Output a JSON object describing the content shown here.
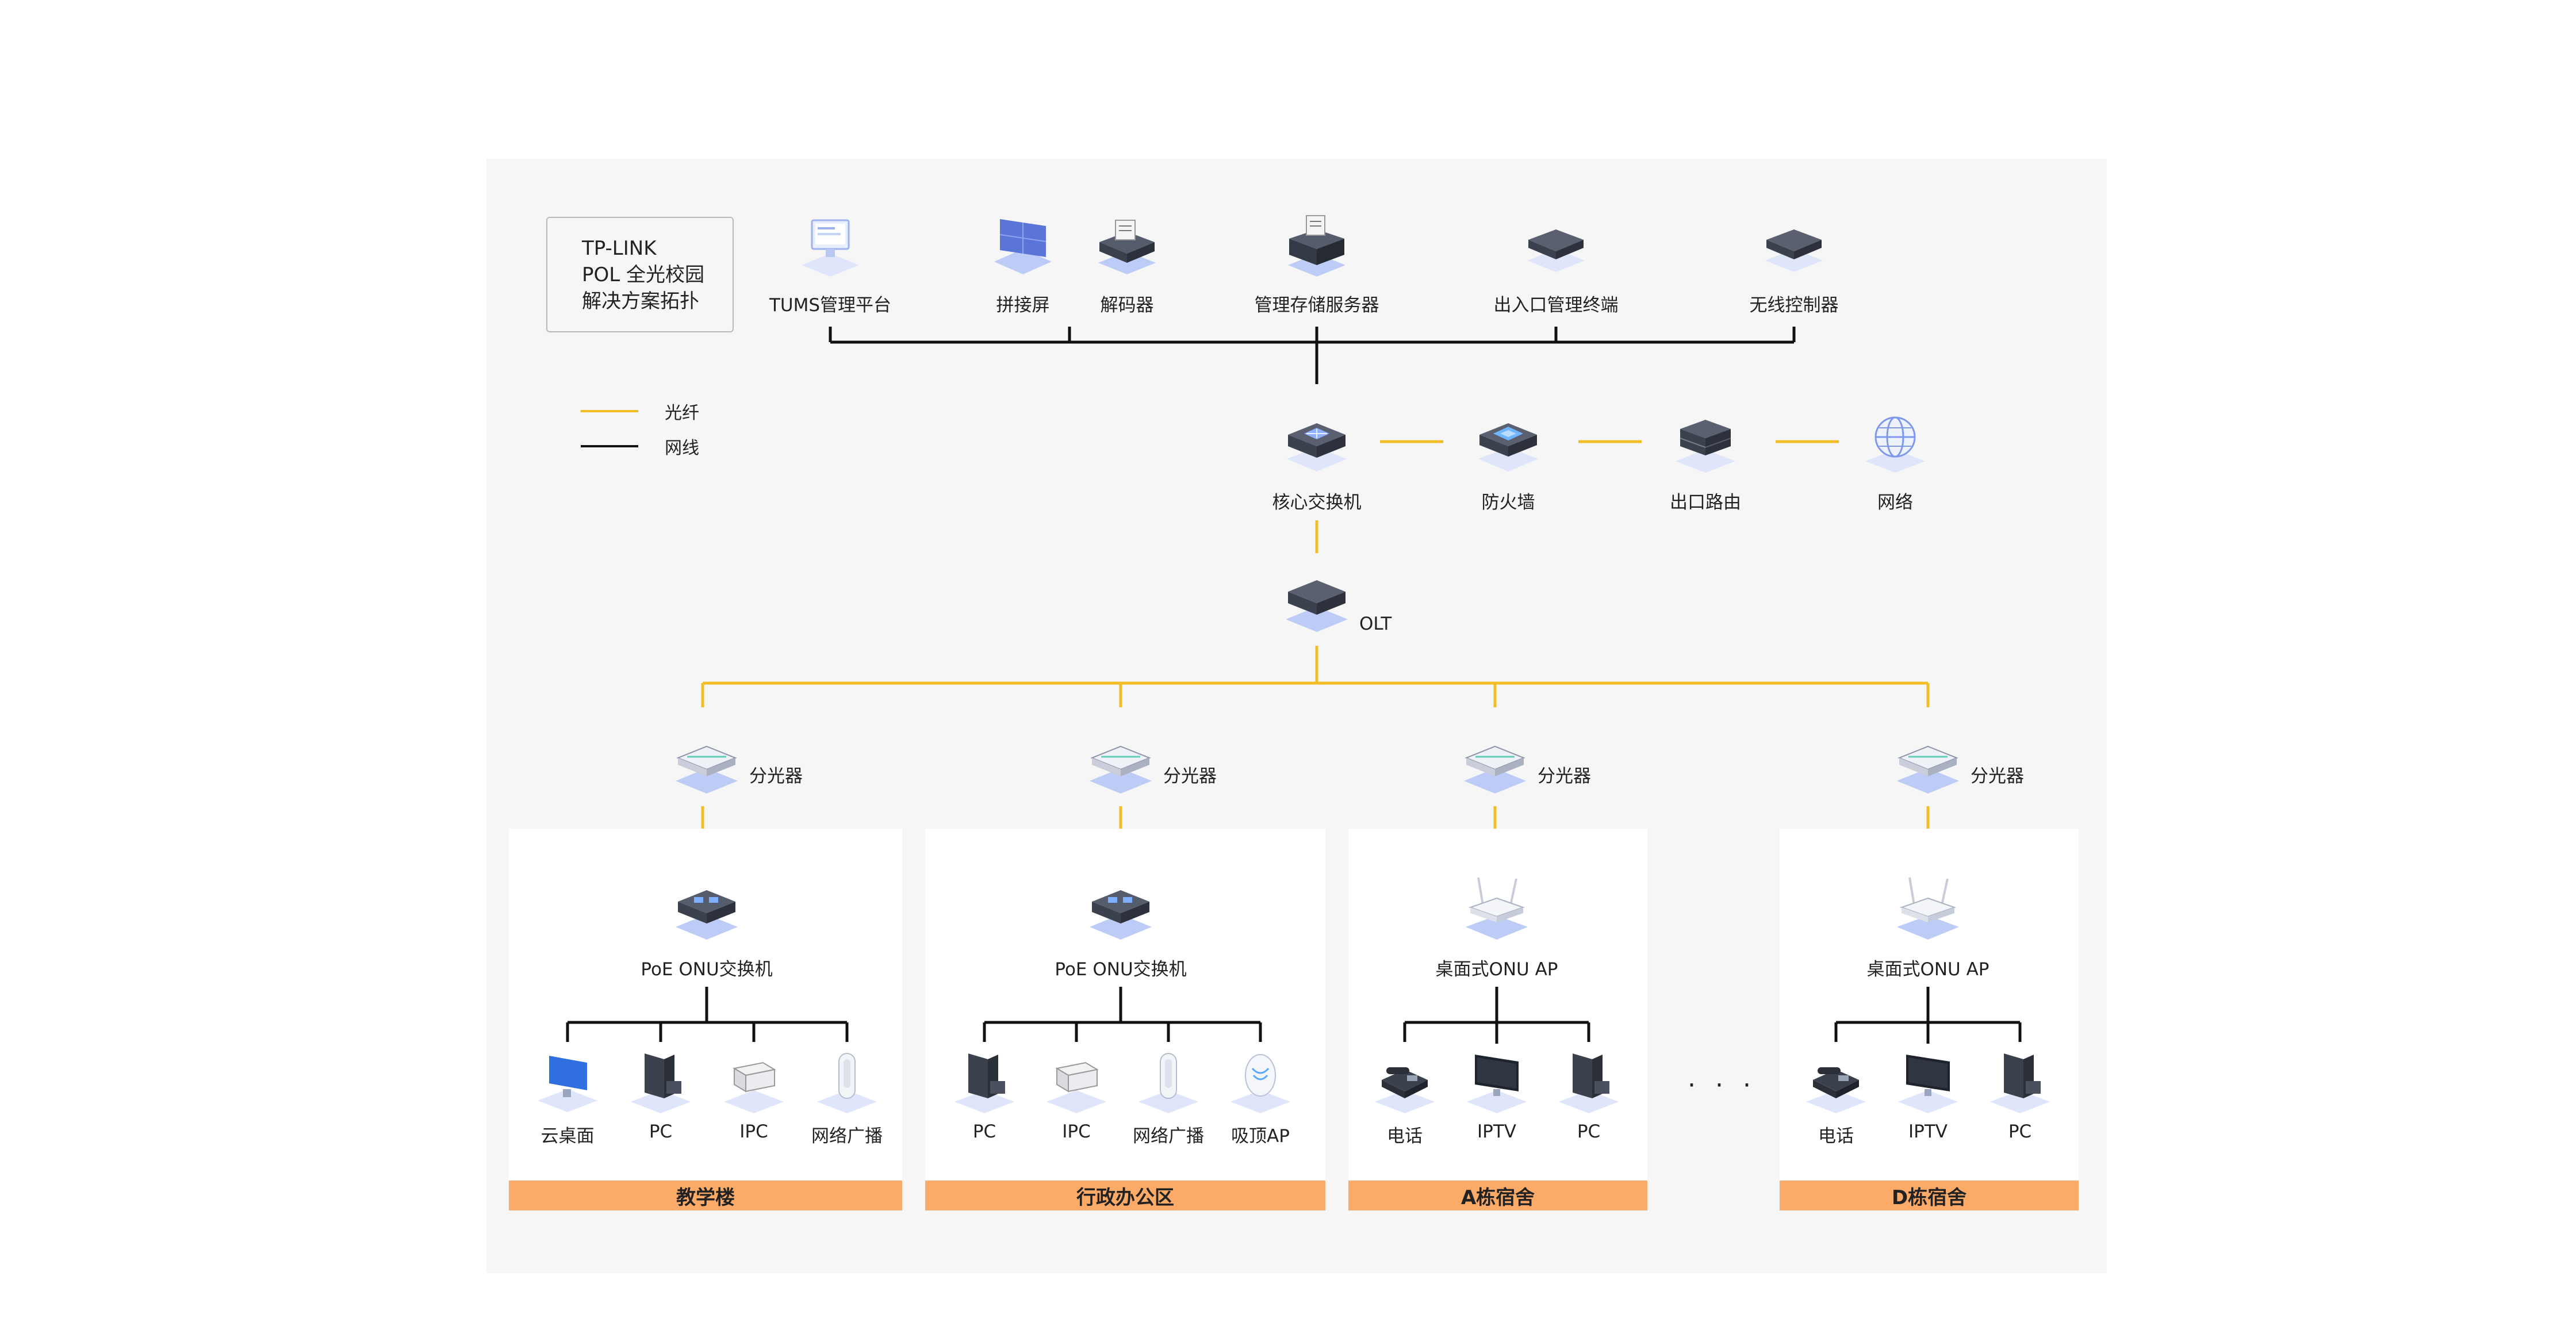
{
  "title": {
    "line1": "TP-LINK",
    "line2": "POL 全光校园",
    "line3": "解决方案拓扑"
  },
  "legend": {
    "fiber": "光纤",
    "cable": "网线",
    "fiber_color": "#f3be25",
    "cable_color": "#111111"
  },
  "top": {
    "tums": "TUMS管理平台",
    "splice": "拼接屏",
    "decoder": "解码器",
    "storage": "管理存储服务器",
    "gateway": "出入口管理终端",
    "wlc": "无线控制器"
  },
  "core": {
    "switch": "核心交换机",
    "firewall": "防火墙",
    "router": "出口路由",
    "internet": "网络"
  },
  "olt": "OLT",
  "splitter": "分光器",
  "zones": {
    "teach": {
      "name": "教学楼",
      "onu": "PoE ONU交换机",
      "d1": "云桌面",
      "d2": "PC",
      "d3": "IPC",
      "d4": "网络广播"
    },
    "admin": {
      "name": "行政办公区",
      "onu": "PoE ONU交换机",
      "d1": "PC",
      "d2": "IPC",
      "d3": "网络广播",
      "d4": "吸顶AP"
    },
    "dormA": {
      "name": "A栋宿舍",
      "onu": "桌面式ONU AP",
      "d1": "电话",
      "d2": "IPTV",
      "d3": "PC"
    },
    "dormD": {
      "name": "D栋宿舍",
      "onu": "桌面式ONU AP",
      "d1": "电话",
      "d2": "IPTV",
      "d3": "PC"
    }
  },
  "ellipsis": "· · ·",
  "colors": {
    "zone_bar": "#fbaa68",
    "panel": "#f6f6f6",
    "icon_blue": "#6f8ff0",
    "device_dark": "#3d4350"
  }
}
